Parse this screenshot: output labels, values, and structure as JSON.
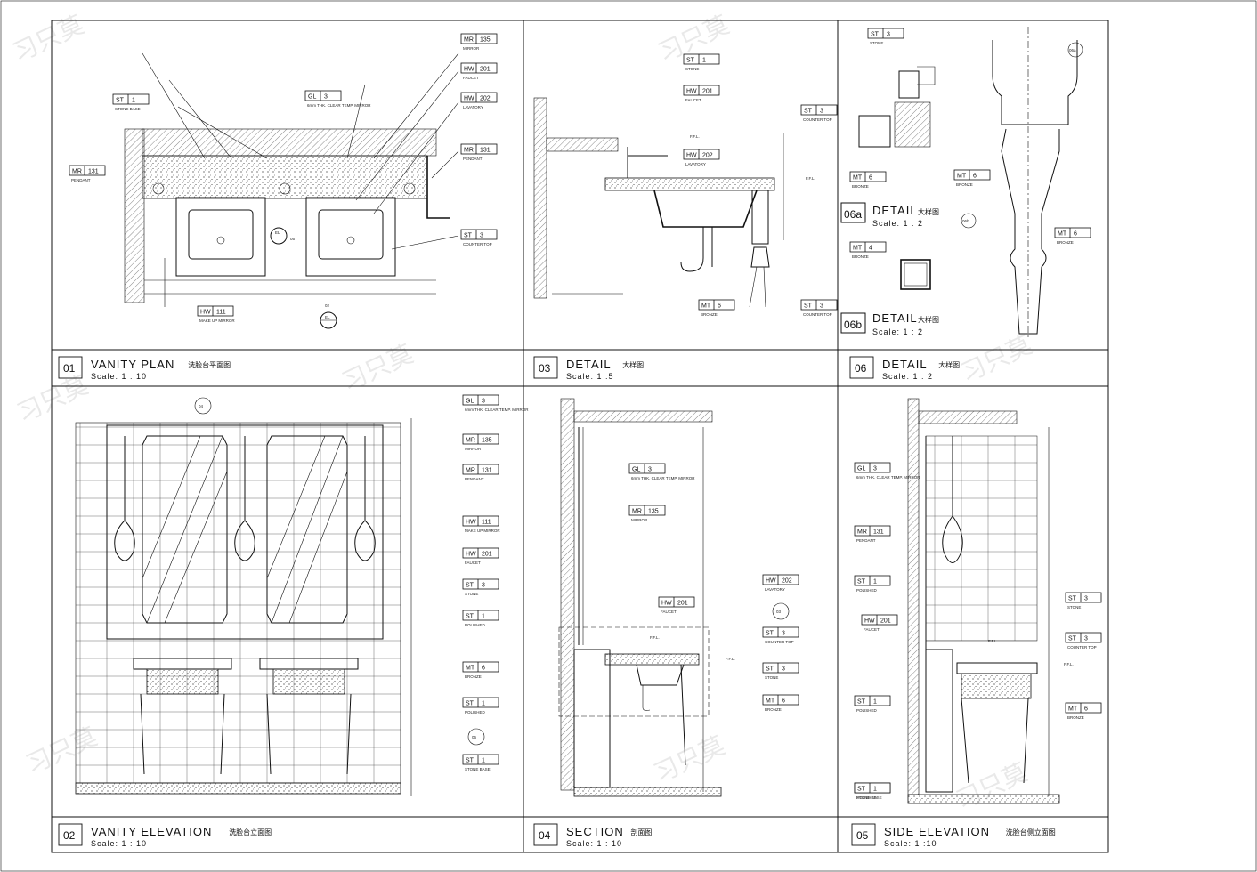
{
  "panels": [
    {
      "num": "01",
      "title": "VANITY PLAN",
      "title_cn": "洗脸台平面图",
      "scale": "Scale: 1 : 10"
    },
    {
      "num": "03",
      "title": "DETAIL",
      "title_cn": "大样图",
      "scale": "Scale: 1 :5"
    },
    {
      "num": "06",
      "title": "DETAIL",
      "title_cn": "大样图",
      "scale": "Scale: 1 : 2"
    },
    {
      "num": "02",
      "title": "VANITY ELEVATION",
      "title_cn": "洗脸台立面图",
      "scale": "Scale: 1 : 10"
    },
    {
      "num": "04",
      "title": "SECTION",
      "title_cn": "剖面图",
      "scale": "Scale: 1 : 10"
    },
    {
      "num": "05",
      "title": "SIDE ELEVATION",
      "title_cn": "洗脸台侧立面图",
      "scale": "Scale: 1 :10"
    }
  ],
  "details": {
    "d06a": {
      "num": "06a",
      "title": "DETAIL",
      "title_cn": "大样图",
      "scale": "Scale: 1 : 2"
    },
    "d06b": {
      "num": "06b",
      "title": "DETAIL",
      "title_cn": "大样图",
      "scale": "Scale: 1 : 2"
    }
  },
  "tags": {
    "p01": [
      {
        "code": "MR",
        "num": "135",
        "desc": "MIRROR"
      },
      {
        "code": "HW",
        "num": "201",
        "desc": "FAUCET"
      },
      {
        "code": "GL",
        "num": "3",
        "desc": "6mm THK. CLEAR TEMP. MIRROR"
      },
      {
        "code": "HW",
        "num": "202",
        "desc": "LAVATORY"
      },
      {
        "code": "ST",
        "num": "1",
        "desc": "STONE BASE"
      },
      {
        "code": "MR",
        "num": "131",
        "desc": "PENDANT"
      },
      {
        "code": "MR",
        "num": "131",
        "desc": "PENDANT"
      },
      {
        "code": "ST",
        "num": "3",
        "desc": "COUNTER TOP"
      },
      {
        "code": "HW",
        "num": "111",
        "desc": "MAKE UP MIRROR"
      }
    ],
    "p03": [
      {
        "code": "ST",
        "num": "1",
        "desc": "STONE"
      },
      {
        "code": "HW",
        "num": "201",
        "desc": "FAUCET"
      },
      {
        "code": "ST",
        "num": "3",
        "desc": "COUNTER TOP"
      },
      {
        "code": "HW",
        "num": "202",
        "desc": "LAVATORY"
      },
      {
        "code": "MT",
        "num": "6",
        "desc": "BRONZE"
      },
      {
        "code": "ST",
        "num": "3",
        "desc": "COUNTER TOP"
      }
    ],
    "p06": [
      {
        "code": "ST",
        "num": "3",
        "desc": "STONE"
      },
      {
        "code": "MT",
        "num": "6",
        "desc": "BRONZE"
      },
      {
        "code": "MT",
        "num": "6",
        "desc": "BRONZE"
      },
      {
        "code": "MT",
        "num": "4",
        "desc": "BRONZE"
      },
      {
        "code": "MT",
        "num": "6",
        "desc": "BRONZE"
      }
    ],
    "p02": [
      {
        "code": "GL",
        "num": "3",
        "desc": "6mm THK. CLEAR TEMP. MIRROR"
      },
      {
        "code": "MR",
        "num": "135",
        "desc": "MIRROR"
      },
      {
        "code": "MR",
        "num": "131",
        "desc": "PENDANT"
      },
      {
        "code": "HW",
        "num": "111",
        "desc": "MAKE UP MIRROR"
      },
      {
        "code": "HW",
        "num": "201",
        "desc": "FAUCET"
      },
      {
        "code": "ST",
        "num": "3",
        "desc": "STONE"
      },
      {
        "code": "ST",
        "num": "1",
        "desc": "POLISHED"
      },
      {
        "code": "MT",
        "num": "6",
        "desc": "BRONZE"
      },
      {
        "code": "ST",
        "num": "1",
        "desc": "POLISHED"
      },
      {
        "code": "ST",
        "num": "1",
        "desc": "STONE BASE"
      }
    ],
    "p04": [
      {
        "code": "GL",
        "num": "3",
        "desc": "6mm THK. CLEAR TEMP. MIRROR"
      },
      {
        "code": "MR",
        "num": "135",
        "desc": "MIRROR"
      },
      {
        "code": "HW",
        "num": "202",
        "desc": "LAVATORY"
      },
      {
        "code": "HW",
        "num": "201",
        "desc": "FAUCET"
      },
      {
        "code": "ST",
        "num": "3",
        "desc": "COUNTER TOP"
      },
      {
        "code": "ST",
        "num": "3",
        "desc": "STONE"
      },
      {
        "code": "MT",
        "num": "6",
        "desc": "BRONZE"
      }
    ],
    "p05": [
      {
        "code": "GL",
        "num": "3",
        "desc": "6mm THK. CLEAR TEMP. MIRROR"
      },
      {
        "code": "MR",
        "num": "131",
        "desc": "PENDANT"
      },
      {
        "code": "ST",
        "num": "1",
        "desc": "POLISHED"
      },
      {
        "code": "HW",
        "num": "201",
        "desc": "FAUCET"
      },
      {
        "code": "ST",
        "num": "1",
        "desc": "POLISHED"
      },
      {
        "code": "ST",
        "num": "1",
        "desc": "POLISHED"
      },
      {
        "code": "ST",
        "num": "3",
        "desc": "STONE"
      },
      {
        "code": "ST",
        "num": "3",
        "desc": "COUNTER TOP"
      },
      {
        "code": "MT",
        "num": "6",
        "desc": "BRONZE"
      },
      {
        "code": "ST",
        "num": "1",
        "desc": "STONE BASE"
      }
    ]
  },
  "callouts": {
    "el_plan": "EL",
    "el_plan_num": "02",
    "el_side": "EL",
    "el_side_num": "05",
    "sec_top": "04",
    "det_06": "06",
    "det_03": "03",
    "det_06a": "06a",
    "det_06b": "06b",
    "ffl": "F.F.L."
  },
  "watermark": "习只莫"
}
